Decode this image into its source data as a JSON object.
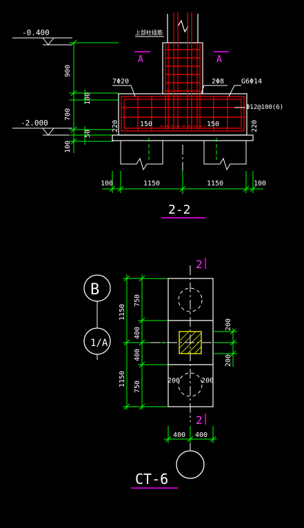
{
  "section": {
    "elev_top": "-0.400",
    "elev_bottom": "-2.000",
    "top_label": "上部柱插筋",
    "cut_marks": [
      "A",
      "A"
    ],
    "rebar_left": "7Φ20",
    "rebar_mid": "2Φ8",
    "rebar_right": "G6Φ14",
    "stirrup": "Φ12@100(6)",
    "dims_vertical": [
      "900",
      "100",
      "700",
      "50",
      "100",
      "220",
      "220"
    ],
    "dim_150": "150",
    "dims_bottom": [
      "100",
      "1150",
      "1150",
      "100"
    ],
    "title": "2-2"
  },
  "plan": {
    "axis_b": "B",
    "axis_1a": "1/A",
    "cut_label": "2",
    "dims_left_outer": [
      "1150",
      "1150"
    ],
    "dims_left_inner": [
      "750",
      "400",
      "400",
      "750"
    ],
    "dims_right": [
      "200",
      "200"
    ],
    "dims_bottom": [
      "400",
      "400"
    ],
    "dims_pile_gap": [
      "200",
      "200"
    ],
    "title": "CT-6"
  },
  "colors": {
    "background": "#000000",
    "lines": "#ffffff",
    "dimensions": "#00ff00",
    "rebar": "#ff0000",
    "title_underline": "#ff00ff",
    "column": "#ffff00"
  }
}
